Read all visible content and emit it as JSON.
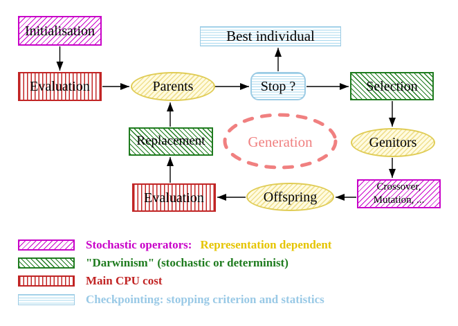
{
  "colors": {
    "magenta": "#C800C8",
    "green": "#1E7B1E",
    "red": "#C12424",
    "cyan_border": "#9CCBE4",
    "cyan_stripe": "#A8D8EE",
    "cyan_text": "#99C9E6",
    "yellow_text": "#E5C400",
    "gold": "#E0CC55",
    "yellow_hatch": "#EFDF8E",
    "yellow_fill": "#FFFBE0",
    "salmon": "#F08080",
    "black": "#000000"
  },
  "nodes": {
    "initialisation": {
      "label": "Initialisation"
    },
    "evaluation_top": {
      "label": "Evaluation"
    },
    "parents": {
      "label": "Parents"
    },
    "best_individual": {
      "label": "Best individual"
    },
    "stop": {
      "label": "Stop ?"
    },
    "selection": {
      "label": "Selection"
    },
    "replacement": {
      "label": "Replacement"
    },
    "generation": {
      "label": "Generation"
    },
    "genitors": {
      "label": "Genitors"
    },
    "crossover": {
      "line1": "Crossover,",
      "line2": "Mutation, ..."
    },
    "offspring": {
      "label": "Offspring"
    },
    "evaluation_bottom": {
      "label": "Evaluation"
    }
  },
  "legend": {
    "items": [
      {
        "swatch": "magenta-hatch",
        "label": "Stochastic operators:",
        "label2": "Representation dependent"
      },
      {
        "swatch": "green-hatch",
        "label": "\"Darwinism\" (stochastic or determinist)"
      },
      {
        "swatch": "red-stripes",
        "label": "Main CPU cost"
      },
      {
        "swatch": "cyan-stripes",
        "label": "Checkpointing: stopping criterion and statistics"
      }
    ]
  }
}
